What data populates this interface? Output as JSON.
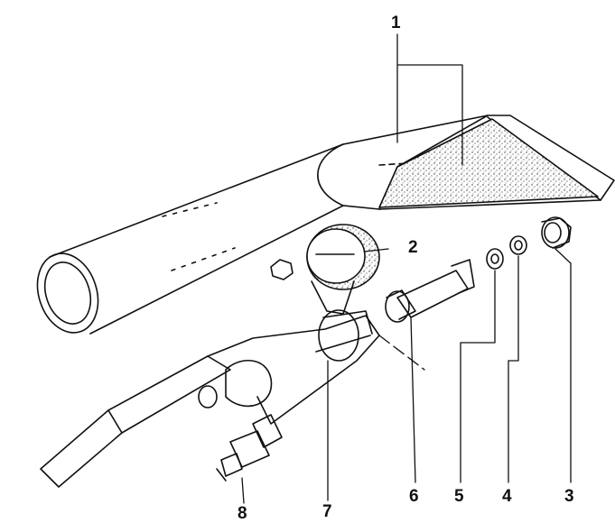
{
  "callouts": [
    {
      "id": "1",
      "label": "1"
    },
    {
      "id": "2",
      "label": "2"
    },
    {
      "id": "3",
      "label": "3"
    },
    {
      "id": "4",
      "label": "4"
    },
    {
      "id": "5",
      "label": "5"
    },
    {
      "id": "6",
      "label": "6"
    },
    {
      "id": "7",
      "label": "7"
    },
    {
      "id": "8",
      "label": "8"
    }
  ],
  "colors": {
    "line": "#111111",
    "shade": "#8a8a8a",
    "paper": "#ffffff"
  }
}
